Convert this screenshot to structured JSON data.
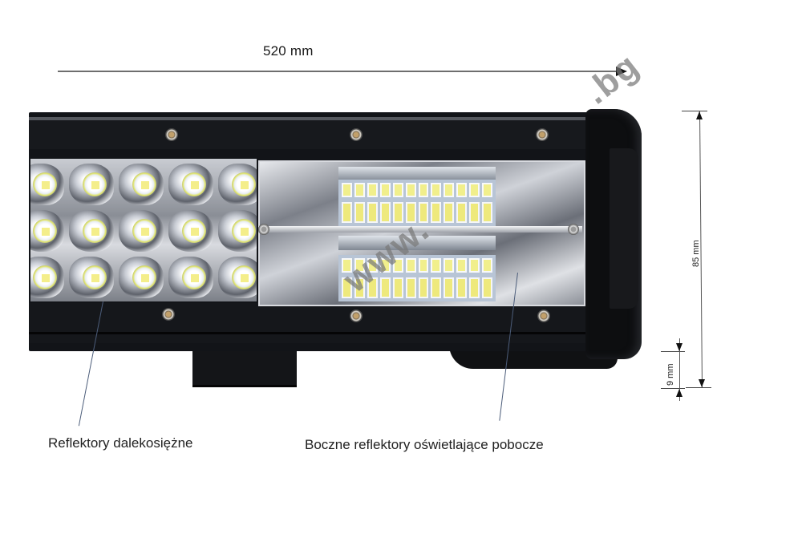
{
  "dimensions": {
    "length": {
      "label": "520 mm",
      "direction": "horizontal",
      "arrow": "right"
    },
    "height": {
      "label": "85 mm",
      "direction": "vertical"
    },
    "foot_height": {
      "label": "9 mm",
      "direction": "vertical"
    }
  },
  "product": {
    "name_icon": "led-light-bar",
    "sections": {
      "spot": {
        "rows": 3,
        "visible_columns": 5,
        "lens_icon": "reflector-lens-icon"
      },
      "flood": {
        "strips": 2,
        "leds_per_row": 12,
        "rows_per_strip": 2,
        "led_icon": "smd-led-icon"
      }
    },
    "colors": {
      "housing": "#121418",
      "led_yellow": "#f1ef8c",
      "reflector_silver": "#cfd2d8",
      "leader_line": "#4c5d7a"
    }
  },
  "callouts": {
    "spot": {
      "label": "Reflektory dalekosiężne"
    },
    "flood": {
      "label": "Boczne reflektory oświetlające pobocze"
    }
  },
  "watermark": {
    "prefix": "www.",
    "suffix": ".bg"
  }
}
